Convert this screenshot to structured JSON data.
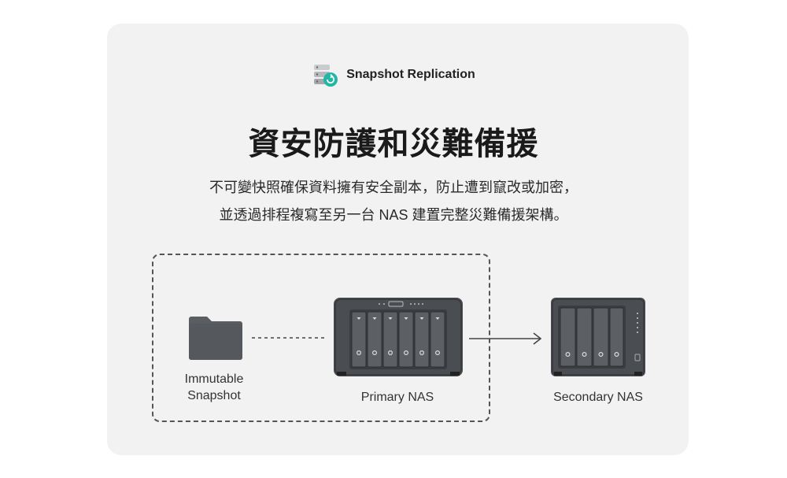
{
  "header": {
    "app_name": "Snapshot Replication",
    "title": "資安防護和災難備援",
    "subtitle_line1": "不可變快照確保資料擁有安全副本，防止遭到竄改或加密，",
    "subtitle_line2": "並透過排程複寫至另一台 NAS 建置完整災難備援架構。"
  },
  "diagram": {
    "nodes": [
      {
        "id": "snapshot",
        "label_line1": "Immutable",
        "label_line2": "Snapshot",
        "icon": "folder-icon"
      },
      {
        "id": "primary",
        "label": "Primary NAS",
        "icon": "nas-6bay-icon"
      },
      {
        "id": "secondary",
        "label": "Secondary NAS",
        "icon": "nas-4bay-icon"
      }
    ],
    "links": [
      {
        "from": "snapshot",
        "to": "primary",
        "style": "dashed"
      },
      {
        "from": "primary",
        "to": "secondary",
        "style": "arrow"
      }
    ]
  },
  "colors": {
    "card_bg": "#f2f2f2",
    "device_dark": "#4a4d52",
    "device_bay": "#5c5f64",
    "accent_teal": "#23b6a4",
    "folder": "#5a5d62"
  }
}
